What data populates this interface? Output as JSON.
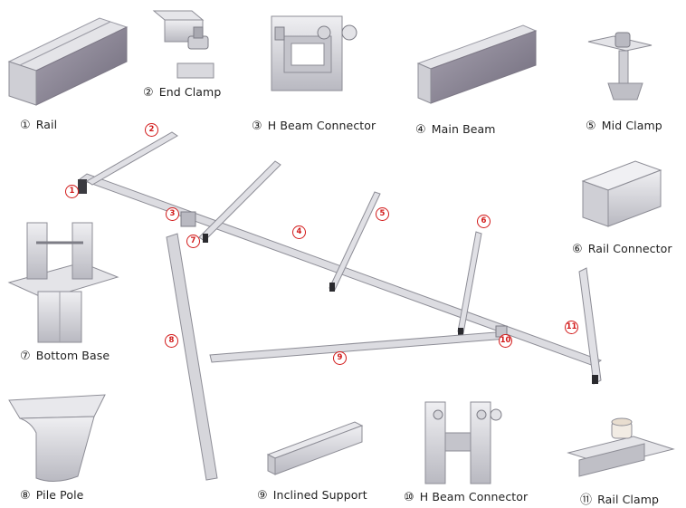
{
  "parts": [
    {
      "num": "①",
      "label": "Rail"
    },
    {
      "num": "②",
      "label": "End Clamp"
    },
    {
      "num": "③",
      "label": "H Beam Connector"
    },
    {
      "num": "④",
      "label": "Main Beam"
    },
    {
      "num": "⑤",
      "label": "Mid Clamp"
    },
    {
      "num": "⑥",
      "label": "Rail Connector"
    },
    {
      "num": "⑦",
      "label": "Bottom Base"
    },
    {
      "num": "⑧",
      "label": "Pile Pole"
    },
    {
      "num": "⑨",
      "label": "Inclined Support"
    },
    {
      "num": "⑩",
      "label": "H Beam Connector"
    },
    {
      "num": "⑪",
      "label": "Rail Clamp"
    }
  ],
  "callouts": [
    "1",
    "2",
    "3",
    "4",
    "5",
    "6",
    "7",
    "8",
    "9",
    "10",
    "11"
  ],
  "colors": {
    "callout": "#d21a1a",
    "metal": "#d2d2d6",
    "metal_dark": "#9a9aa4",
    "rail_side": "#8a8594"
  }
}
